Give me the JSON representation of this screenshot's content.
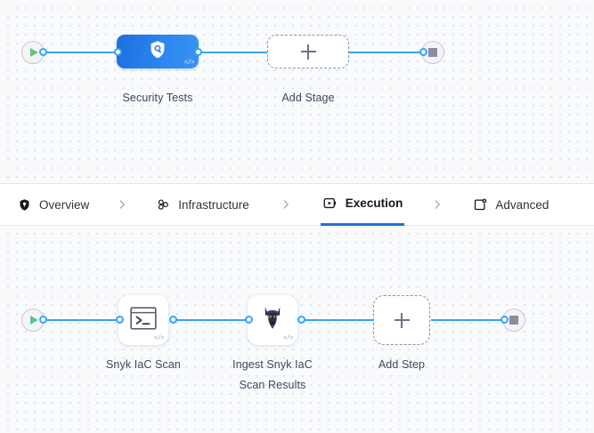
{
  "theme": {
    "accent_blue": "#36a3f7",
    "active_tab_blue": "#1b72d4",
    "canvas_bg": "#f8fafc",
    "dot_color": "#d3dbe6",
    "play_green": "#5bc77c",
    "stop_gray": "#8c8ca0",
    "caption_color": "#42475c",
    "stage_gradient_from": "#1d6fe0",
    "stage_gradient_to": "#3a93f2"
  },
  "stage_canvas": {
    "start_node": {
      "icon": "play-icon"
    },
    "end_node": {
      "icon": "stop-icon"
    },
    "nodes": [
      {
        "id": "security-tests",
        "label": "Security Tests",
        "icon": "shield-search-icon",
        "badge": "</>"
      }
    ],
    "add_stage": {
      "label": "Add Stage",
      "icon": "plus-icon"
    }
  },
  "tabs": {
    "items": [
      {
        "id": "overview",
        "label": "Overview",
        "icon": "shield-icon",
        "active": false
      },
      {
        "id": "infrastructure",
        "label": "Infrastructure",
        "icon": "cluster-nodes-icon",
        "active": false
      },
      {
        "id": "execution",
        "label": "Execution",
        "icon": "play-in-square-icon",
        "active": true
      },
      {
        "id": "advanced",
        "label": "Advanced",
        "icon": "panel-gear-icon",
        "active": false
      }
    ],
    "separator_icon": "chevron-right-icon"
  },
  "step_canvas": {
    "start_node": {
      "icon": "play-icon"
    },
    "end_node": {
      "icon": "stop-icon"
    },
    "nodes": [
      {
        "id": "snyk-iac-scan",
        "label": "Snyk IaC Scan",
        "icon": "terminal-icon",
        "badge": "</>"
      },
      {
        "id": "ingest-snyk-iac-scan-results",
        "label_line1": "Ingest Snyk IaC",
        "label_line2": "Scan Results",
        "icon": "doberman-head-icon",
        "badge": "</>"
      }
    ],
    "add_step": {
      "label": "Add Step",
      "icon": "plus-icon"
    }
  }
}
